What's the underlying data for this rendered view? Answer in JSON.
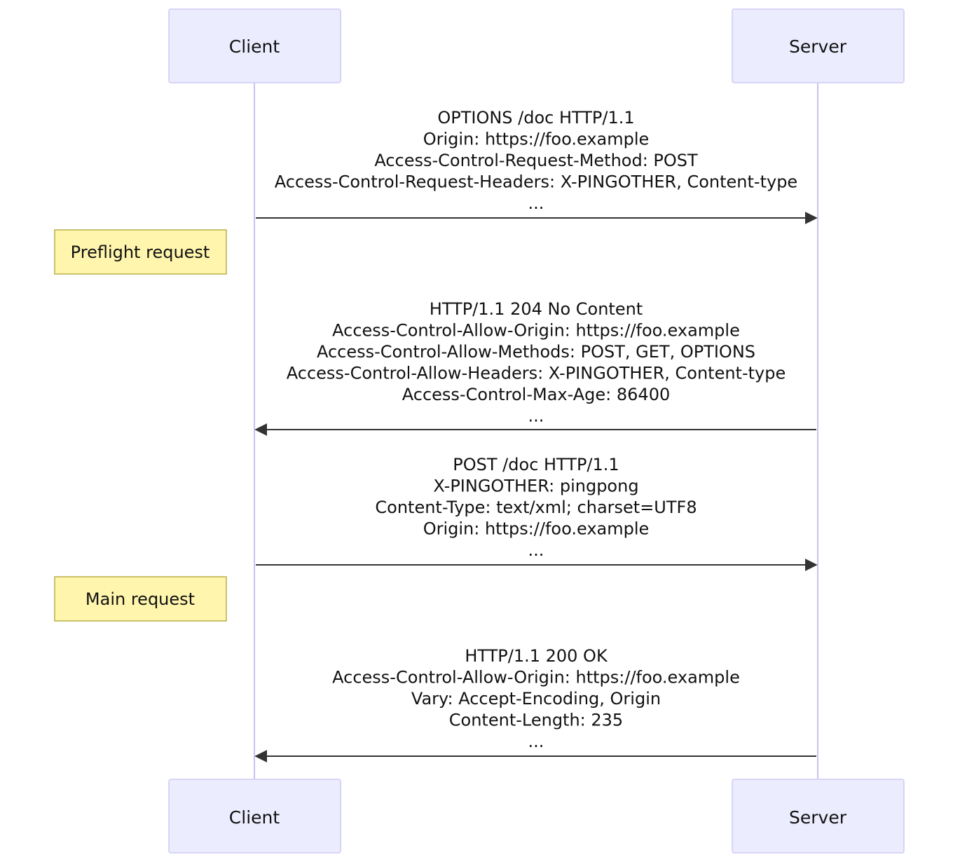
{
  "actors": {
    "client": "Client",
    "server": "Server"
  },
  "notes": {
    "preflight": "Preflight request",
    "main": "Main request"
  },
  "messages": [
    {
      "from": "client",
      "to": "server",
      "lines": [
        "OPTIONS /doc HTTP/1.1",
        "Origin: https://foo.example",
        "Access-Control-Request-Method: POST",
        "Access-Control-Request-Headers: X-PINGOTHER, Content-type",
        "..."
      ]
    },
    {
      "from": "server",
      "to": "client",
      "lines": [
        "HTTP/1.1 204 No Content",
        "Access-Control-Allow-Origin: https://foo.example",
        "Access-Control-Allow-Methods: POST, GET, OPTIONS",
        "Access-Control-Allow-Headers: X-PINGOTHER, Content-type",
        "Access-Control-Max-Age: 86400",
        "..."
      ]
    },
    {
      "from": "client",
      "to": "server",
      "lines": [
        "POST /doc HTTP/1.1",
        "X-PINGOTHER: pingpong",
        "Content-Type: text/xml; charset=UTF8",
        "Origin: https://foo.example",
        "..."
      ]
    },
    {
      "from": "server",
      "to": "client",
      "lines": [
        "HTTP/1.1 200 OK",
        "Access-Control-Allow-Origin: https://foo.example",
        "Vary: Accept-Encoding, Origin",
        "Content-Length: 235",
        "..."
      ]
    }
  ]
}
